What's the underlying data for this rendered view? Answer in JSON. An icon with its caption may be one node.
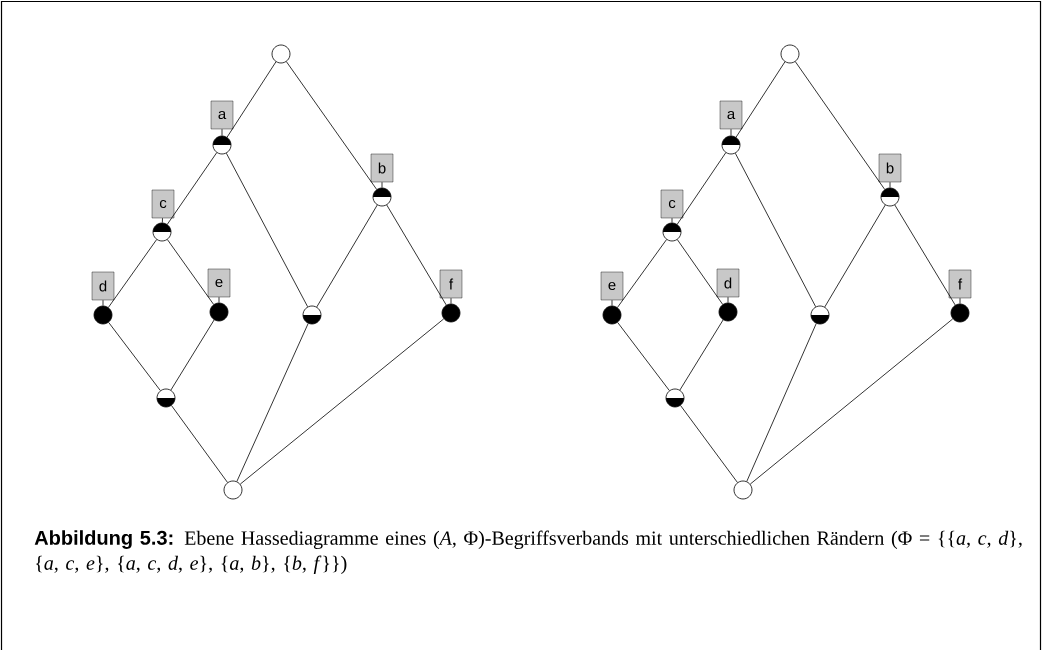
{
  "diagram": {
    "caption": "**Abbildung 5.3:** Ebene Hassediagramme eines (*A*, Φ)-Begriffsverbands mit unterschiedlichen Rändern (Φ = {{*a*, *c*, *d*}, {*a*, *c*, *e*}, {*a*, *c*, *d*, *e*}, {*a*, *b*}, {*b*, *f*}})",
    "nodes": [
      {
        "text": [],
        "shape": "circle"
      },
      {
        "text": [
          "a"
        ]
      },
      {
        "text": [],
        "shape": "circle"
      },
      {
        "text": [
          "b"
        ]
      },
      {
        "text": [],
        "shape": "circle"
      },
      {
        "text": [
          "c"
        ]
      },
      {
        "text": [],
        "shape": "circle"
      },
      {
        "text": [
          "d"
        ]
      },
      {
        "text": [],
        "shape": "circle"
      },
      {
        "text": [
          "e"
        ]
      },
      {
        "text": [],
        "shape": "circle"
      },
      {
        "text": [
          "f"
        ]
      },
      {
        "text": [],
        "shape": "circle"
      },
      {
        "text": [],
        "shape": "circle"
      },
      {
        "text": [],
        "shape": "circle"
      },
      {
        "text": [],
        "shape": "circle"
      },
      {
        "text": [],
        "shape": "circle"
      },
      {
        "text": [
          "a"
        ]
      },
      {
        "text": [],
        "shape": "circle"
      },
      {
        "text": [
          "b"
        ]
      },
      {
        "text": [],
        "shape": "circle"
      },
      {
        "text": [
          "c"
        ]
      },
      {
        "text": [],
        "shape": "circle"
      },
      {
        "text": [
          "e"
        ]
      },
      {
        "text": [],
        "shape": "circle"
      },
      {
        "text": [
          "d"
        ]
      },
      {
        "text": [],
        "shape": "circle"
      },
      {
        "text": [
          "f"
        ]
      },
      {
        "text": [],
        "shape": "circle"
      },
      {
        "text": [],
        "shape": "circle"
      },
      {
        "text": [],
        "shape": "circle"
      },
      {
        "text": [],
        "shape": "circle"
      }
    ],
    "edges": [
      {
        "from": 1,
        "to": 2,
        "arrow": "none"
      },
      {
        "from": 3,
        "to": 4,
        "arrow": "none"
      },
      {
        "from": 5,
        "to": 6,
        "arrow": "none"
      },
      {
        "from": 7,
        "to": 8,
        "arrow": "none"
      },
      {
        "from": 9,
        "to": 10,
        "arrow": "none"
      },
      {
        "from": 11,
        "to": 12,
        "arrow": "none"
      },
      {
        "from": 0,
        "to": 2,
        "arrow": "none"
      },
      {
        "from": 0,
        "to": 4,
        "arrow": "none"
      },
      {
        "from": 2,
        "to": 6,
        "arrow": "none"
      },
      {
        "from": 2,
        "to": 13,
        "arrow": "none"
      },
      {
        "from": 6,
        "to": 8,
        "arrow": "none"
      },
      {
        "from": 6,
        "to": 10,
        "arrow": "none"
      },
      {
        "from": 4,
        "to": 13,
        "arrow": "none"
      },
      {
        "from": 4,
        "to": 12,
        "arrow": "none"
      },
      {
        "from": 8,
        "to": 14,
        "arrow": "none"
      },
      {
        "from": 10,
        "to": 14,
        "arrow": "none"
      },
      {
        "from": 14,
        "to": 15,
        "arrow": "none"
      },
      {
        "from": 13,
        "to": 15,
        "arrow": "none"
      },
      {
        "from": 12,
        "to": 15,
        "arrow": "none"
      },
      {
        "from": 17,
        "to": 18,
        "arrow": "none"
      },
      {
        "from": 19,
        "to": 20,
        "arrow": "none"
      },
      {
        "from": 21,
        "to": 22,
        "arrow": "none"
      },
      {
        "from": 23,
        "to": 24,
        "arrow": "none"
      },
      {
        "from": 25,
        "to": 26,
        "arrow": "none"
      },
      {
        "from": 27,
        "to": 28,
        "arrow": "none"
      },
      {
        "from": 16,
        "to": 18,
        "arrow": "none"
      },
      {
        "from": 16,
        "to": 20,
        "arrow": "none"
      },
      {
        "from": 18,
        "to": 22,
        "arrow": "none"
      },
      {
        "from": 18,
        "to": 29,
        "arrow": "none"
      },
      {
        "from": 22,
        "to": 24,
        "arrow": "none"
      },
      {
        "from": 22,
        "to": 26,
        "arrow": "none"
      },
      {
        "from": 20,
        "to": 29,
        "arrow": "none"
      },
      {
        "from": 20,
        "to": 28,
        "arrow": "none"
      },
      {
        "from": 24,
        "to": 30,
        "arrow": "none"
      },
      {
        "from": 26,
        "to": 30,
        "arrow": "none"
      },
      {
        "from": 30,
        "to": 31,
        "arrow": "none"
      },
      {
        "from": 29,
        "to": 31,
        "arrow": "none"
      },
      {
        "from": 28,
        "to": 31,
        "arrow": "none"
      }
    ]
  }
}
